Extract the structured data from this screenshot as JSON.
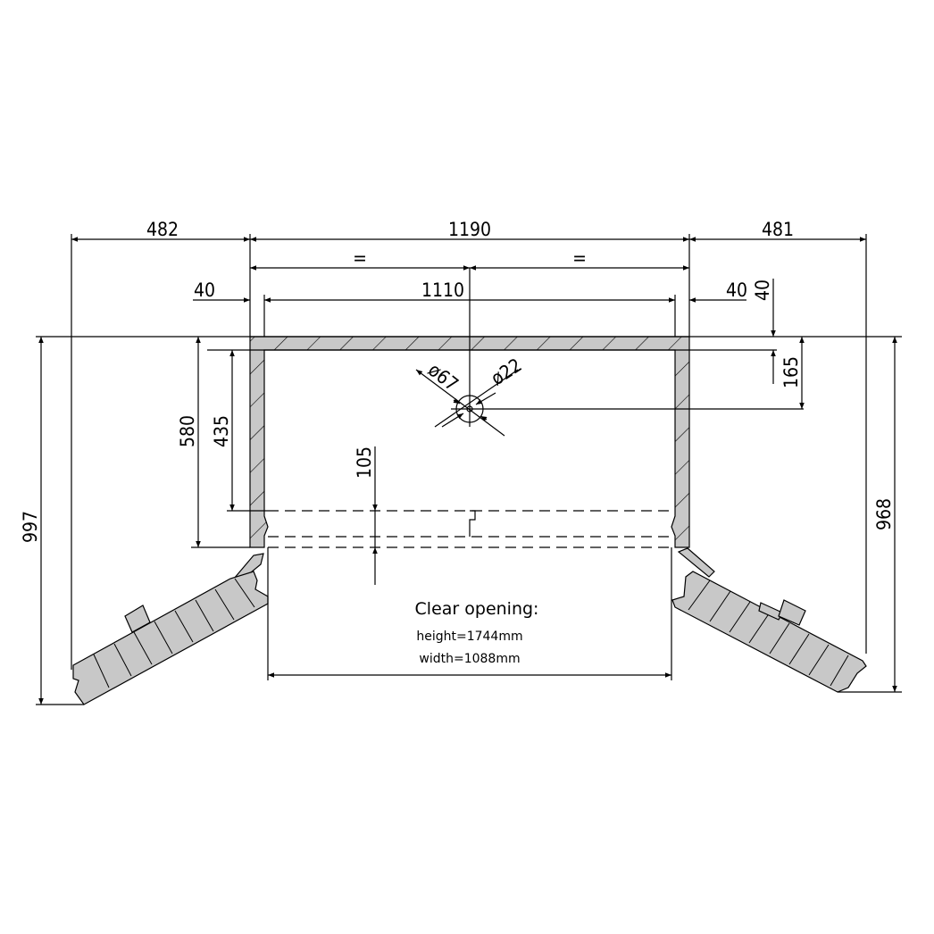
{
  "dimensions": {
    "top_left_overhang": "482",
    "overall_width": "1190",
    "top_right_overhang": "481",
    "equal_left": "=",
    "equal_right": "=",
    "left_offset": "40",
    "inner_width": "1110",
    "right_offset": "40",
    "right_top_offset": "40",
    "hole_offset": "165",
    "left_depth": "997",
    "cabinet_depth": "580",
    "inner_depth": "435",
    "door_gap": "105",
    "right_depth": "968",
    "hole_large_diameter": "ø67",
    "hole_small_diameter": "ø22"
  },
  "clear_opening": {
    "title": "Clear opening:",
    "height": "height=1744mm",
    "width": "width=1088mm"
  },
  "colors": {
    "fill": "#c8c8c8",
    "line": "#000000"
  }
}
